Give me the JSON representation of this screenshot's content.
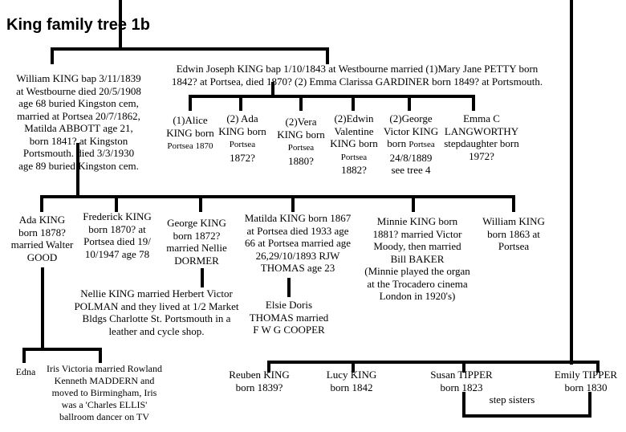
{
  "title": "King family tree 1b",
  "people": {
    "william": "William KING bap 3/11/1839\nat Westbourne died 20/5/1908\nage 68 buried Kingston cem,\nmarried at Portsea 20/7/1862,\nMatilda ABBOTT age 21,\nborn 1841? at Kingston\nPortsmouth. died 3/3/1930\nage 89 buried Kingston cem.",
    "edwin": "Edwin Joseph KING bap 1/10/1843 at Westbourne married (1)Mary Jane PETTY born\n1842? at Portsea,  died 1870? (2) Emma Clarissa GARDINER born 1849? at Portsmouth.",
    "alice": "(1)Alice\nKING  born",
    "alice_place": "Portsea 1870",
    "ada2": "(2) Ada\nKING  born",
    "ada2_place": "Portsea",
    "ada2_year": "1872?",
    "vera": "(2)Vera\nKING born",
    "vera_place": "Portsea",
    "vera_year": "1880?",
    "edwinv": "(2)Edwin\nValentine\nKING born",
    "edwinv_place": "Portsea",
    "edwinv_year": "1882?",
    "george_v": "(2)George\nVictor KING\nborn",
    "george_v_place": "Portsea",
    "george_v_rest": "24/8/1889\nsee tree 4",
    "emma": "Emma C\nLANGWORTHY\nstepdaughter born\n1972?",
    "ada": "Ada KING\nborn 1878?\nmarried Walter\nGOOD",
    "frederick": "Frederick KING\nborn 1870? at\nPortsea died 19/\n10/1947 age 78",
    "george": "George  KING\nborn 1872?\nmarried Nellie\nDORMER",
    "matilda": "Matilda KING born 1867\nat Portsea died 1933 age\n66 at Portsea married age\n26,29/10/1893 RJW\nTHOMAS age 23",
    "minnie": "Minnie KING born\n1881? married Victor\nMoody, then married\nBill BAKER\n(Minnie played the organ\nat the Trocadero cinema\nLondon in 1920's)",
    "william2": "William KING\nborn 1863 at\nPortsea",
    "nellie": "Nellie KING married Herbert Victor\nPOLMAN and they lived at 1/2 Market\nBldgs Charlotte St. Portsmouth in a\nleather and cycle shop.",
    "elsie": "Elsie Doris\nTHOMAS married\nF W G COOPER",
    "edna": "Edna",
    "iris": "Iris Victoria married Rowland\nKenneth MADDERN and\nmoved to Birmingham, Iris\nwas a 'Charles ELLIS'\nballroom dancer on TV",
    "reuben": "Reuben KING\nborn 1839?",
    "lucy": "Lucy KING\nborn 1842",
    "susan": "Susan TIPPER\nborn 1823",
    "emily": "Emily TIPPER\nborn 1830",
    "step": "step sisters"
  }
}
